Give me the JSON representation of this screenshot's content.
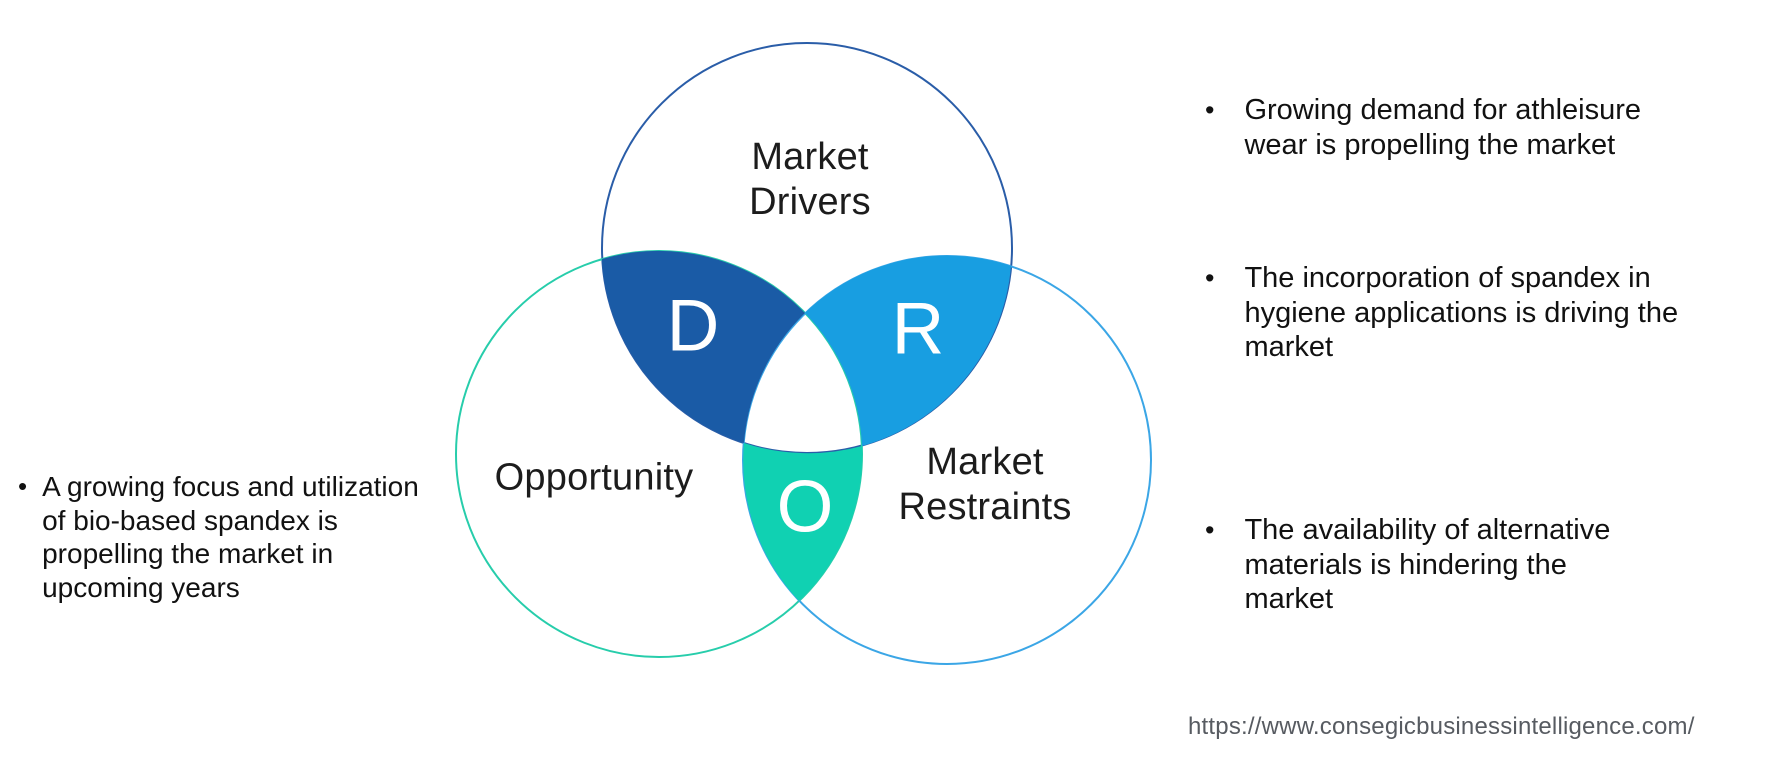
{
  "page": {
    "background": "#ffffff"
  },
  "diagram": {
    "circles": [
      {
        "id": "drivers",
        "label": "Market\nDrivers",
        "stroke": "#2A5DA8"
      },
      {
        "id": "opportunity",
        "label": "Opportunity",
        "stroke": "#27CDAB"
      },
      {
        "id": "restraints",
        "label": "Market\nRestraints",
        "stroke": "#3BA6E6"
      }
    ],
    "regions": [
      {
        "letter": "D",
        "fill": "#1A5BA6",
        "letter_color": "#ffffff"
      },
      {
        "letter": "R",
        "fill": "#189EE1",
        "letter_color": "#ffffff"
      },
      {
        "letter": "O",
        "fill": "#10D1B2",
        "letter_color": "#ffffff"
      }
    ]
  },
  "bullets": {
    "marker": "•",
    "left": [
      {
        "text": "A growing focus and utilization\nof bio-based spandex is\npropelling the market in\nupcoming years"
      }
    ],
    "right": [
      {
        "text": "Growing demand for athleisure\nwear is propelling the market"
      },
      {
        "text": "The incorporation of spandex in\nhygiene applications is driving the\nmarket"
      },
      {
        "text": "The availability of alternative\nmaterials is hindering the\nmarket"
      }
    ]
  },
  "footer": {
    "url": "https://www.consegicbusinessintelligence.com/"
  }
}
